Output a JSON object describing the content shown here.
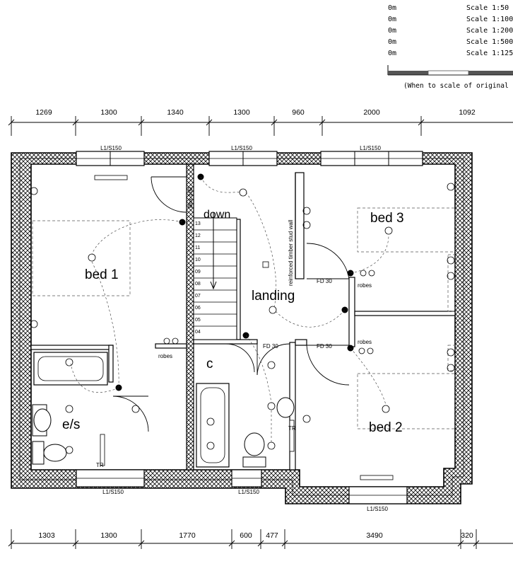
{
  "scale": {
    "origins": [
      "0m",
      "0m",
      "0m",
      "0m",
      "0m"
    ],
    "labels": [
      "Scale 1:50",
      "Scale 1:100",
      "Scale 1:200",
      "Scale 1:500",
      "Scale 1:1250"
    ],
    "note": "(When to scale of original plan bar s"
  },
  "dimensions": {
    "top": [
      "1269",
      "1300",
      "1340",
      "1300",
      "960",
      "2000",
      "1092"
    ],
    "bottom": [
      "1303",
      "1300",
      "1770",
      "600",
      "477",
      "3490",
      "320"
    ]
  },
  "rooms": {
    "bed1": "bed 1",
    "bed2": "bed 2",
    "bed3": "bed 3",
    "landing": "landing",
    "ensuite": "e/s",
    "cupboard": "c"
  },
  "labels": {
    "down": "down",
    "box": "Box 100",
    "stud_wall": "reinforced timber stud wall",
    "fd": "FD 30",
    "robes": "robes",
    "tr": "TR",
    "lintel": "L1/S150",
    "stairs": [
      "13",
      "12",
      "11",
      "10",
      "09",
      "08",
      "07",
      "06",
      "05",
      "04"
    ]
  }
}
